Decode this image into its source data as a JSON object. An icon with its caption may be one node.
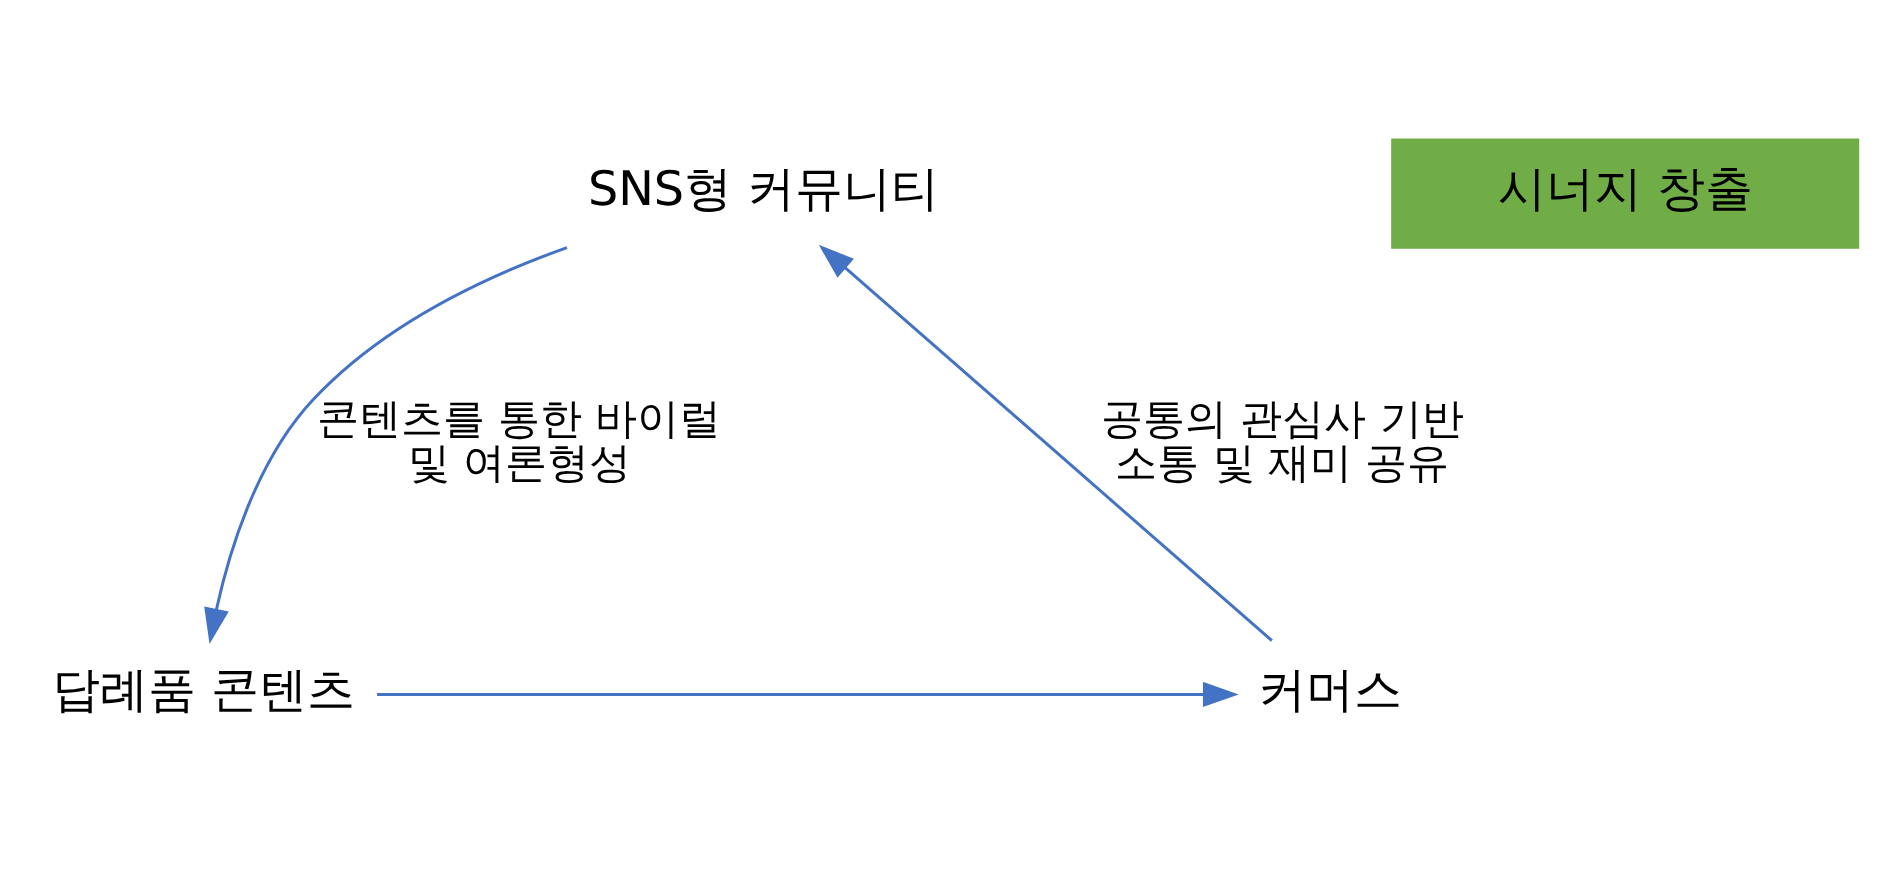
{
  "diagram": {
    "nodes": [
      {
        "text": [
          "SNS형 커뮤니티"
        ]
      },
      {
        "text": [
          "커머스"
        ]
      },
      {
        "text": [
          "답례품 콘텐츠"
        ]
      },
      {
        "text": [
          "시너지 창출"
        ]
      }
    ],
    "edges": [
      {
        "from": 1,
        "to": 0,
        "arrow": "to",
        "label": "공통의 관심사 기반 소통 및 재미 공유"
      },
      {
        "from": 0,
        "to": 2,
        "arrow": "to",
        "label": "콘텐츠를 통한 바이럴 및 여론형성"
      },
      {
        "from": 2,
        "to": 1,
        "arrow": "to"
      }
    ]
  }
}
